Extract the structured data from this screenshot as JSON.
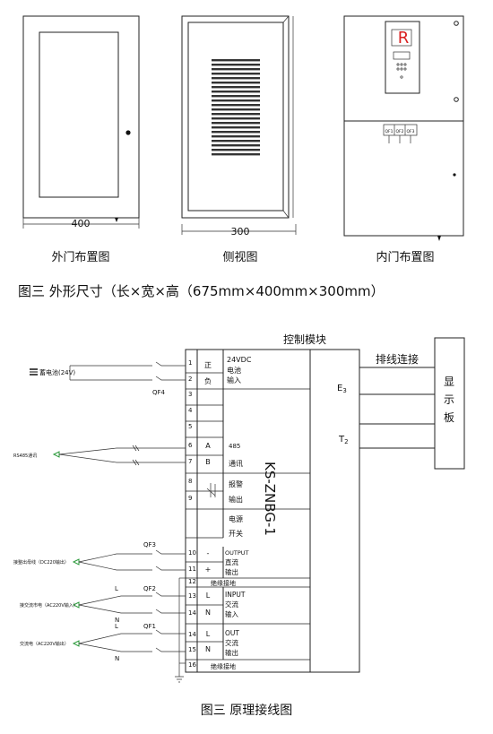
{
  "top": {
    "door_width": "400",
    "side_width": "300",
    "inner_mark": "R",
    "qf_small": [
      "QF1",
      "QF2",
      "QF3"
    ],
    "captions": [
      "外门布置图",
      "侧视图",
      "内门布置图"
    ],
    "figure_caption": "图三   外形尺寸（长×宽×高（675mm×400mm×300mm）"
  },
  "schematic": {
    "module_title": "控制模块",
    "ribbon_label": "排线连接",
    "display_label": "显示板",
    "port_e": "E",
    "port_e_sub": "3",
    "port_t": "T",
    "port_t_sub": "2",
    "model": "KS-ZNBG-1",
    "battery_label": "蓄电池(24V)",
    "rs485_label": "RS485通讯",
    "dc_label": "接整出母线（DC220输出）",
    "ac_in_label": "接交流市电（AC220V输入）",
    "ac_out_label": "交流电（AC220V输出）",
    "qf4": "QF4",
    "qf3": "QF3",
    "qf2": "QF2",
    "qf1": "QF1",
    "L": "L",
    "N": "N",
    "terminals": [
      "1",
      "2",
      "3",
      "4",
      "5",
      "6",
      "7",
      "8",
      "9",
      "10",
      "11",
      "12",
      "13",
      "14",
      "14",
      "15",
      "16"
    ],
    "t_pos": "正",
    "t_neg": "负",
    "dc24_1": "24VDC",
    "dc24_2": "电池",
    "dc24_3": "输入",
    "A": "A",
    "B": "B",
    "c485": "485",
    "comm": "通讯",
    "alarm1": "报警",
    "alarm2": "输出",
    "sw1": "电源",
    "sw2": "开关",
    "minus": "-",
    "plus": "+",
    "out1": "OUTPUT",
    "out2": "直流",
    "out3": "输出",
    "ground": "绝缘接地",
    "in1": "INPUT",
    "in2": "交流",
    "in3": "输入",
    "o1": "OUT",
    "o2": "交流",
    "o3": "输出",
    "figure_caption": "图三   原理接线图"
  }
}
